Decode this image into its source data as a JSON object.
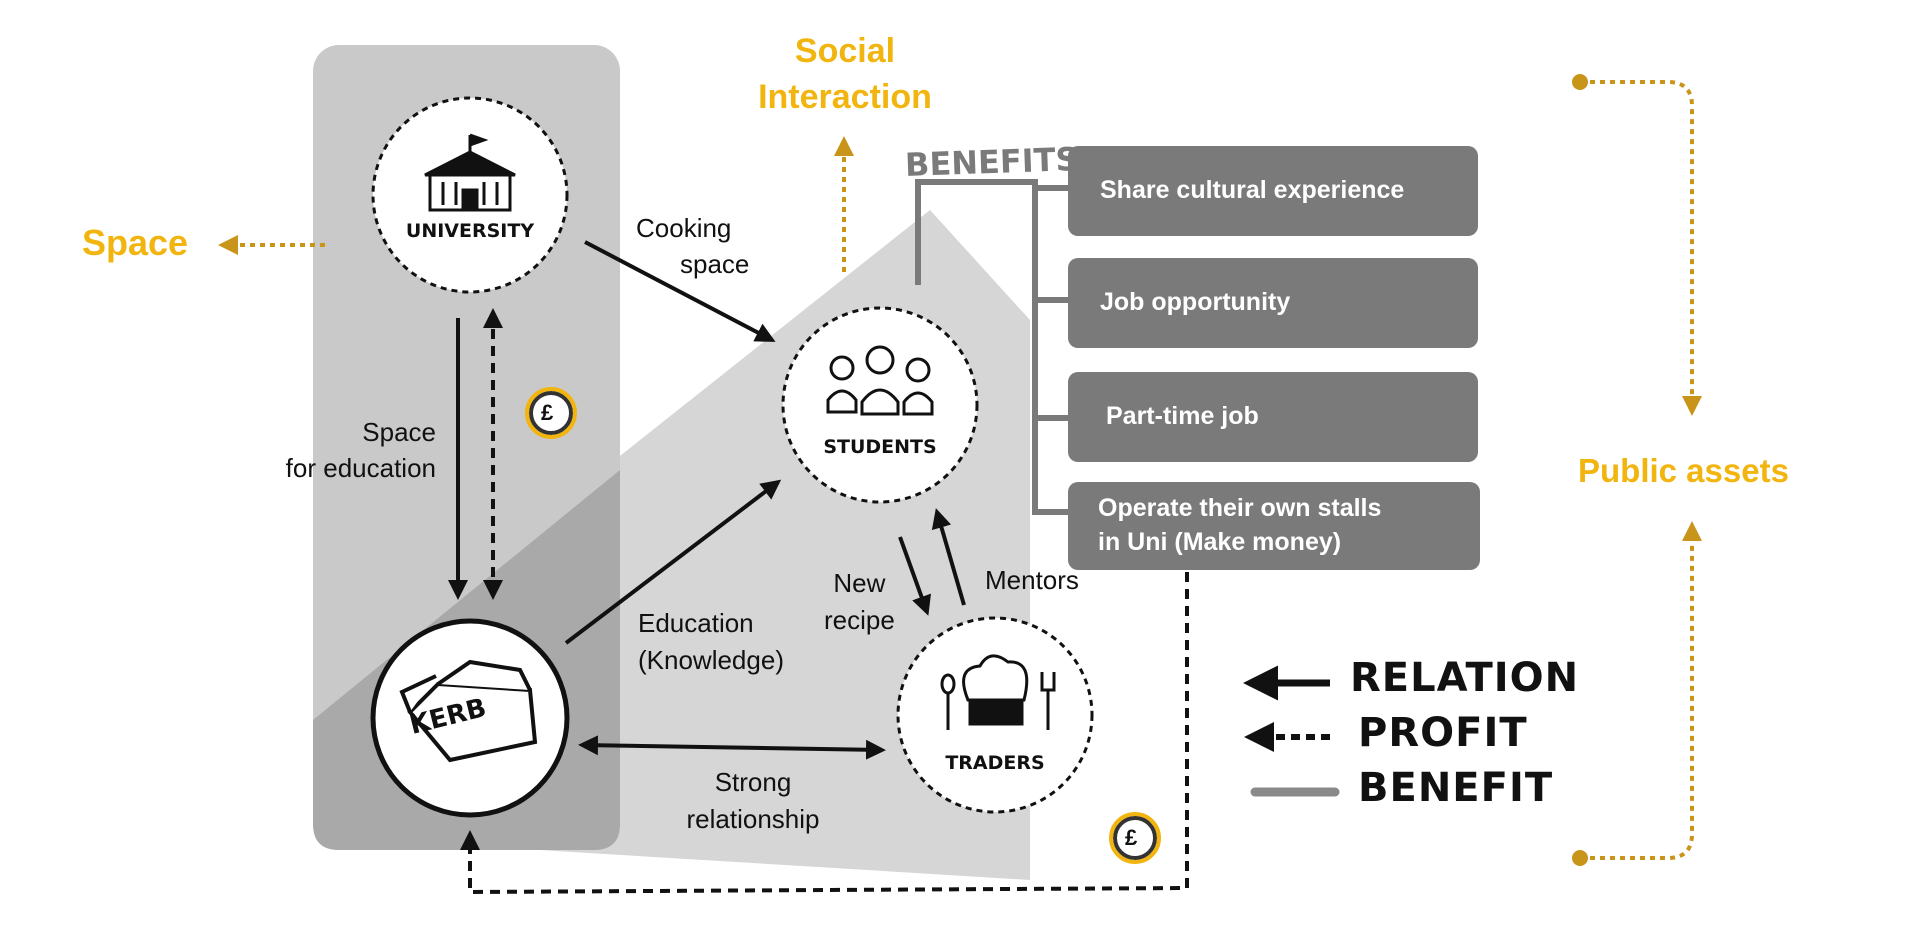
{
  "nodes": {
    "university": "UNIVERSITY",
    "students": "STUDENTS",
    "traders": "TRADERS",
    "kerb": "KERB"
  },
  "outputs": {
    "space": "Space",
    "social_interaction_line1": "Social",
    "social_interaction_line2": "Interaction",
    "public_assets": "Public assets"
  },
  "relations": {
    "cooking_space_line1": "Cooking",
    "cooking_space_line2": "space",
    "space_for_education_line1": "Space",
    "space_for_education_line2": "for education",
    "education_line1": "Education",
    "education_line2": "(Knowledge)",
    "new_recipe_line1": "New",
    "new_recipe_line2": "recipe",
    "mentors": "Mentors",
    "strong_relationship_line1": "Strong",
    "strong_relationship_line2": "relationship"
  },
  "money_symbol": "£",
  "benefits": {
    "title": "BENEFITS",
    "items": [
      "Share cultural experience",
      "Job opportunity",
      "Part-time job",
      "Operate their own stalls",
      "in Uni (Make money)"
    ]
  },
  "legend": {
    "relation": "RELATION",
    "profit": "PROFIT",
    "benefit": "BENEFIT"
  },
  "colors": {
    "accent_gold": "#f2b50f",
    "arrow_gold": "#c8951a",
    "box_gray": "#7a7a7a",
    "band_light": "#d6d6d6",
    "band_dark": "#a9a9a9"
  }
}
